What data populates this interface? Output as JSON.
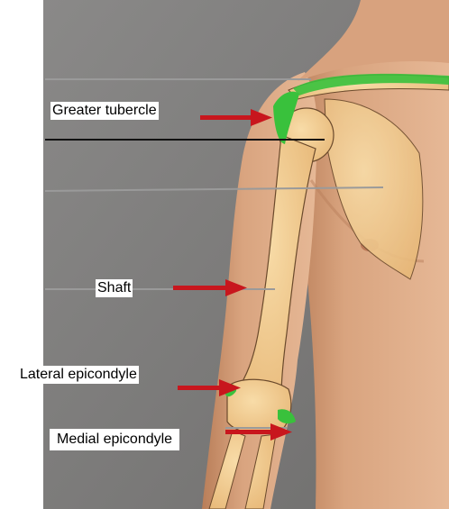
{
  "labels": {
    "greater_tubercle": "Greater tubercle",
    "shaft": "Shaft",
    "lateral_epicondyle": "Lateral epicondyle",
    "medial_epicondyle": "Medial epicondyle"
  },
  "colors": {
    "backdrop": "#7f7e7d",
    "skin": "#d9a47f",
    "skin_shadow": "#b9805b",
    "bone": "#f2c789",
    "bone_outline": "#6b4a2c",
    "highlight": "#39c13c",
    "arrow": "#c8161d",
    "leader_line": "#9a9a9a"
  },
  "icons": {
    "arrow": "arrow-right-icon"
  }
}
